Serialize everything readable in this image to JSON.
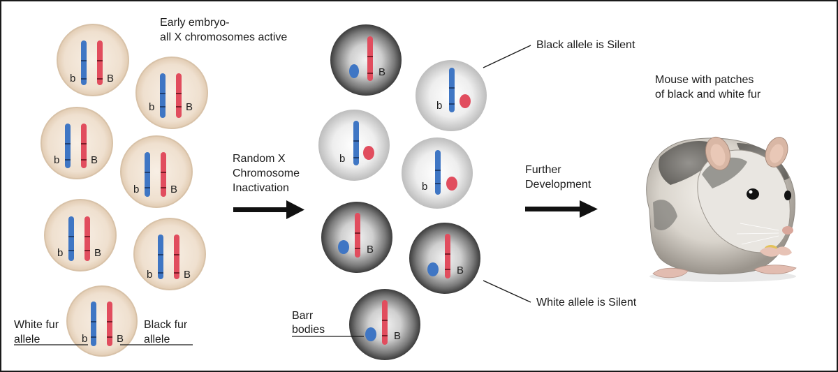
{
  "labels": {
    "early_embryo_line1": "Early embryo-",
    "early_embryo_line2": "all X chromosomes active",
    "random_x_line1": "Random X",
    "random_x_line2": "Chromosome",
    "random_x_line3": "Inactivation",
    "further_line1": "Further",
    "further_line2": "Development",
    "black_silent": "Black allele is Silent",
    "white_silent": "White allele is Silent",
    "mouse_line1": "Mouse with patches",
    "mouse_line2": "of black and white fur",
    "barr_line1": "Barr",
    "barr_line2": "bodies",
    "white_fur_line1": "White fur",
    "white_fur_line2": "allele",
    "black_fur_line1": "Black fur",
    "black_fur_line2": "allele"
  },
  "alleles": {
    "white": "b",
    "black": "B"
  },
  "colors": {
    "x_white_allele": "#3f76c4",
    "x_black_allele": "#e14d5e",
    "early_cell_fill": "#f1e4d6",
    "early_cell_border": "#dcc6ae",
    "light_cell": "#dcdcdc",
    "dark_cell": "#6a6a6a"
  },
  "cells_early": [
    {
      "id": "e1"
    },
    {
      "id": "e2"
    },
    {
      "id": "e3"
    },
    {
      "id": "e4"
    },
    {
      "id": "e5"
    },
    {
      "id": "e6"
    },
    {
      "id": "e7"
    }
  ],
  "cells_inactivated": [
    {
      "id": "i1",
      "silenced": "white"
    },
    {
      "id": "i2",
      "silenced": "black"
    },
    {
      "id": "i3",
      "silenced": "black"
    },
    {
      "id": "i4",
      "silenced": "black"
    },
    {
      "id": "i5",
      "silenced": "white"
    },
    {
      "id": "i6",
      "silenced": "white"
    },
    {
      "id": "i7",
      "silenced": "white"
    }
  ]
}
